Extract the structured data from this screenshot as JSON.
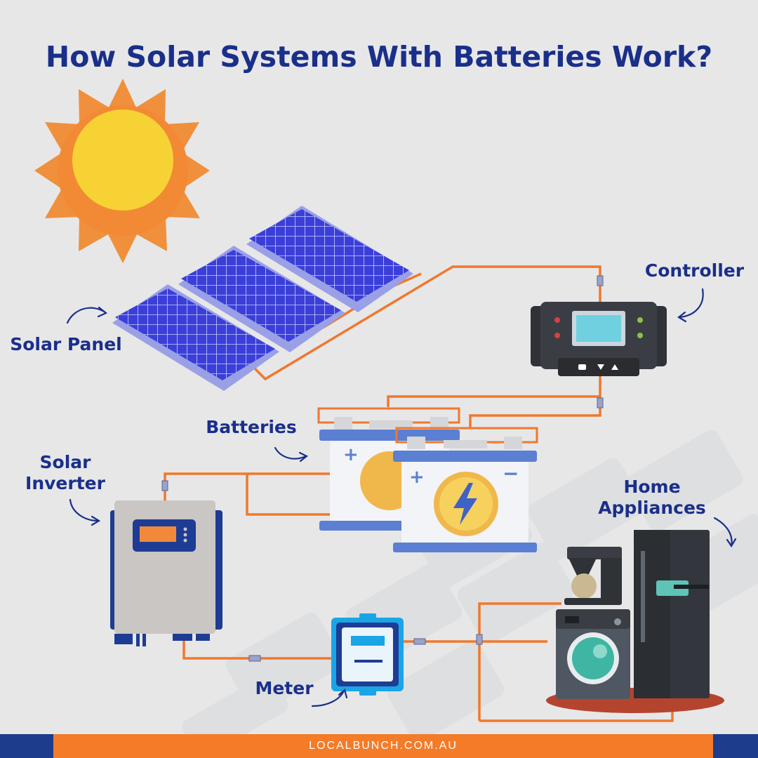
{
  "title": "How Solar Systems With Batteries Work?",
  "labels": {
    "solar_panel": "Solar Panel",
    "controller": "Controller",
    "batteries": "Batteries",
    "solar_inverter": "Solar Inverter",
    "home_appliances": "Home Appliances",
    "meter": "Meter"
  },
  "battery_symbols": {
    "plus": "+",
    "minus": "−"
  },
  "footer": {
    "text": "LOCALBUNCH.COM.AU"
  },
  "colors": {
    "navy": "#1a2f8a",
    "wire": "#f0782c",
    "background": "#e7e7e8",
    "sun_outer": "#f0903c",
    "sun_inner": "#f7d234",
    "panel_blue": "#3a3fd6",
    "footer_orange": "#f47b28",
    "footer_navy": "#1d3c8c"
  }
}
